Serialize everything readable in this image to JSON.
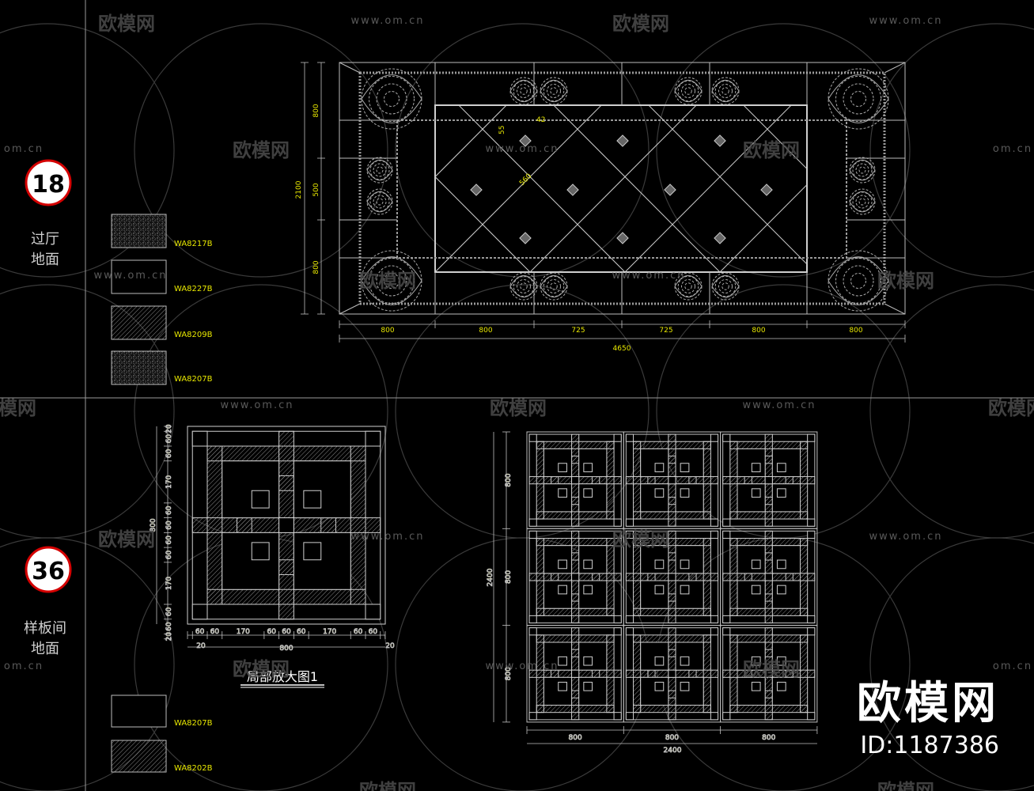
{
  "watermark": {
    "url_text": "www.om.cn",
    "brand_text": "欧模网",
    "short_url": "om.cn"
  },
  "brand": {
    "name": "欧模网",
    "id": "ID:1187386"
  },
  "sections": [
    {
      "number": "18",
      "label_line1": "过厅",
      "label_line2": "地面",
      "legend": [
        {
          "code": "WA8217B"
        },
        {
          "code": "WA8227B"
        },
        {
          "code": "WA8209B"
        },
        {
          "code": "WA8207B"
        }
      ]
    },
    {
      "number": "36",
      "label_line1": "样板间",
      "label_line2": "地面",
      "legend": [
        {
          "code": "WA8207B"
        },
        {
          "code": "WA8202B"
        }
      ]
    }
  ],
  "top_plan": {
    "dims_bottom": [
      "800",
      "800",
      "725",
      "725",
      "800",
      "800"
    ],
    "total_width": "4650",
    "dims_left": [
      "800",
      "500",
      "800"
    ],
    "total_height": "2100",
    "annotations": [
      "42",
      "55",
      "560"
    ]
  },
  "detail": {
    "title": "局部放大图1",
    "dims_left": [
      "20",
      "60",
      "60",
      "170",
      "60",
      "60",
      "60",
      "60",
      "170",
      "60",
      "60",
      "20"
    ],
    "side_total": "800",
    "dims_bottom": [
      "60",
      "60",
      "170",
      "60",
      "60",
      "60",
      "170",
      "60",
      "60"
    ],
    "bottom_total": "800",
    "edge_left": "20",
    "edge_right": "20"
  },
  "big_plan": {
    "dims_left": [
      "800",
      "800",
      "800"
    ],
    "total_height": "2400",
    "dims_bottom": [
      "800",
      "800",
      "800"
    ],
    "total_width": "2400"
  }
}
